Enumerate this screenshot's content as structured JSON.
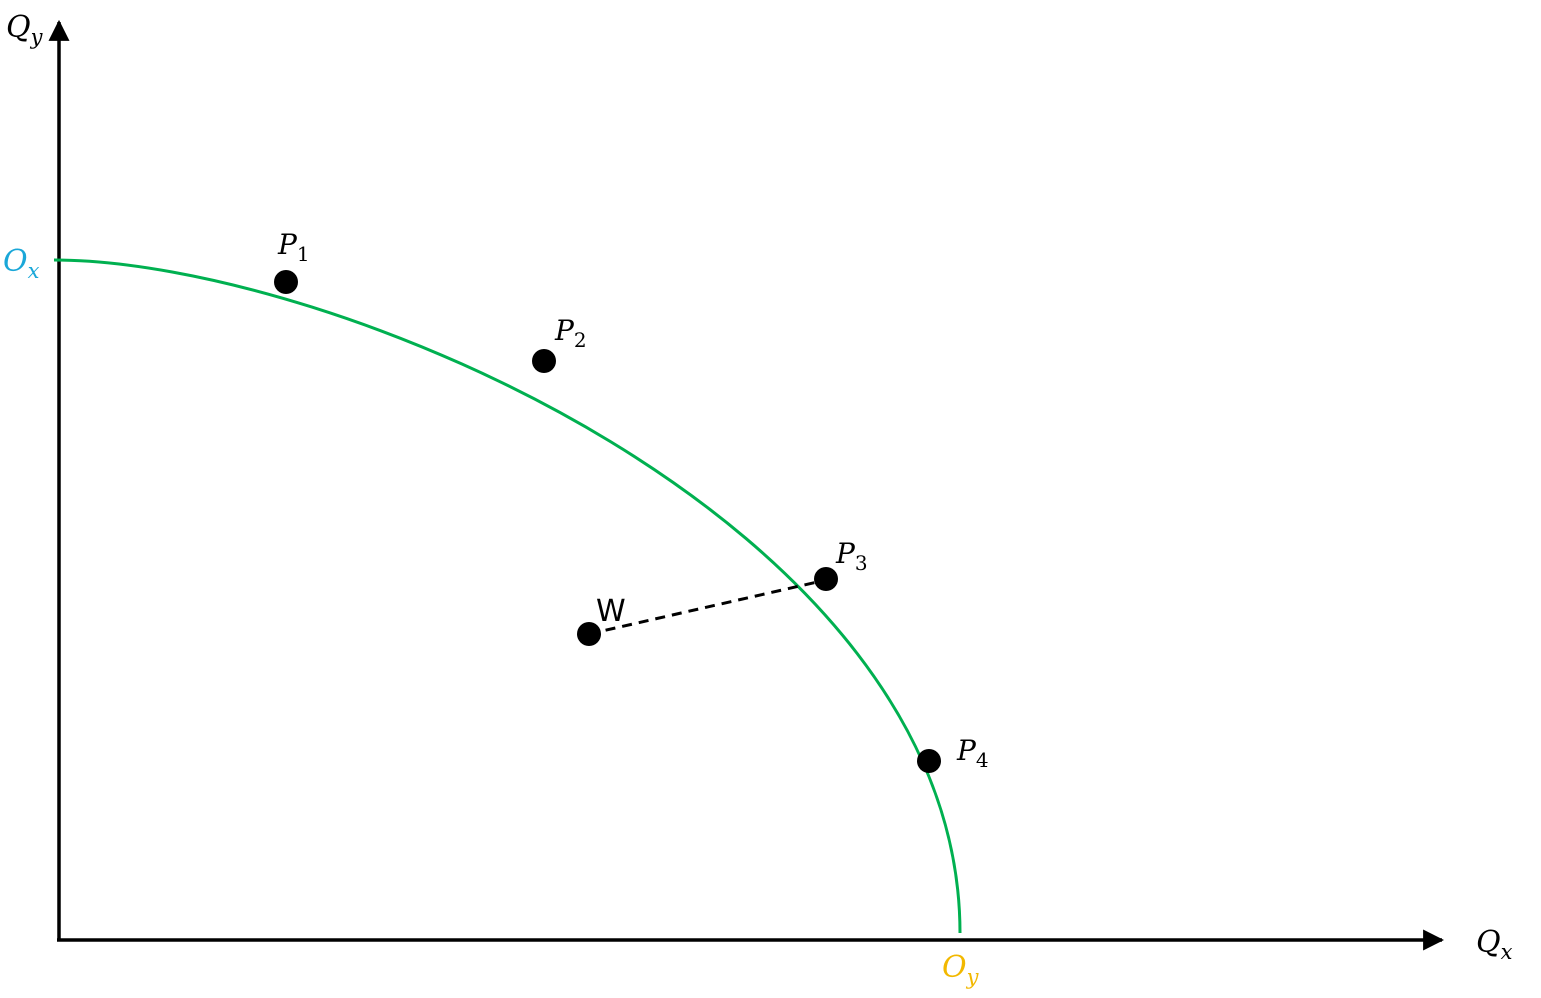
{
  "axes": {
    "y_label": {
      "base": "Q",
      "sub": "y"
    },
    "x_label": {
      "base": "Q",
      "sub": "x"
    }
  },
  "intercepts": {
    "y_axis": {
      "base": "O",
      "sub": "x",
      "color": "#1aa7d8"
    },
    "x_axis": {
      "base": "O",
      "sub": "y",
      "color": "#f2b800"
    }
  },
  "curve": {
    "color": "#00b050"
  },
  "points": [
    {
      "base": "P",
      "sub": "1"
    },
    {
      "base": "P",
      "sub": "2"
    },
    {
      "base": "P",
      "sub": "3"
    },
    {
      "base": "P",
      "sub": "4"
    }
  ],
  "interior_point": {
    "label": "W"
  },
  "colors": {
    "axis": "#000000",
    "point": "#000000",
    "dashed_link": "#000000"
  }
}
